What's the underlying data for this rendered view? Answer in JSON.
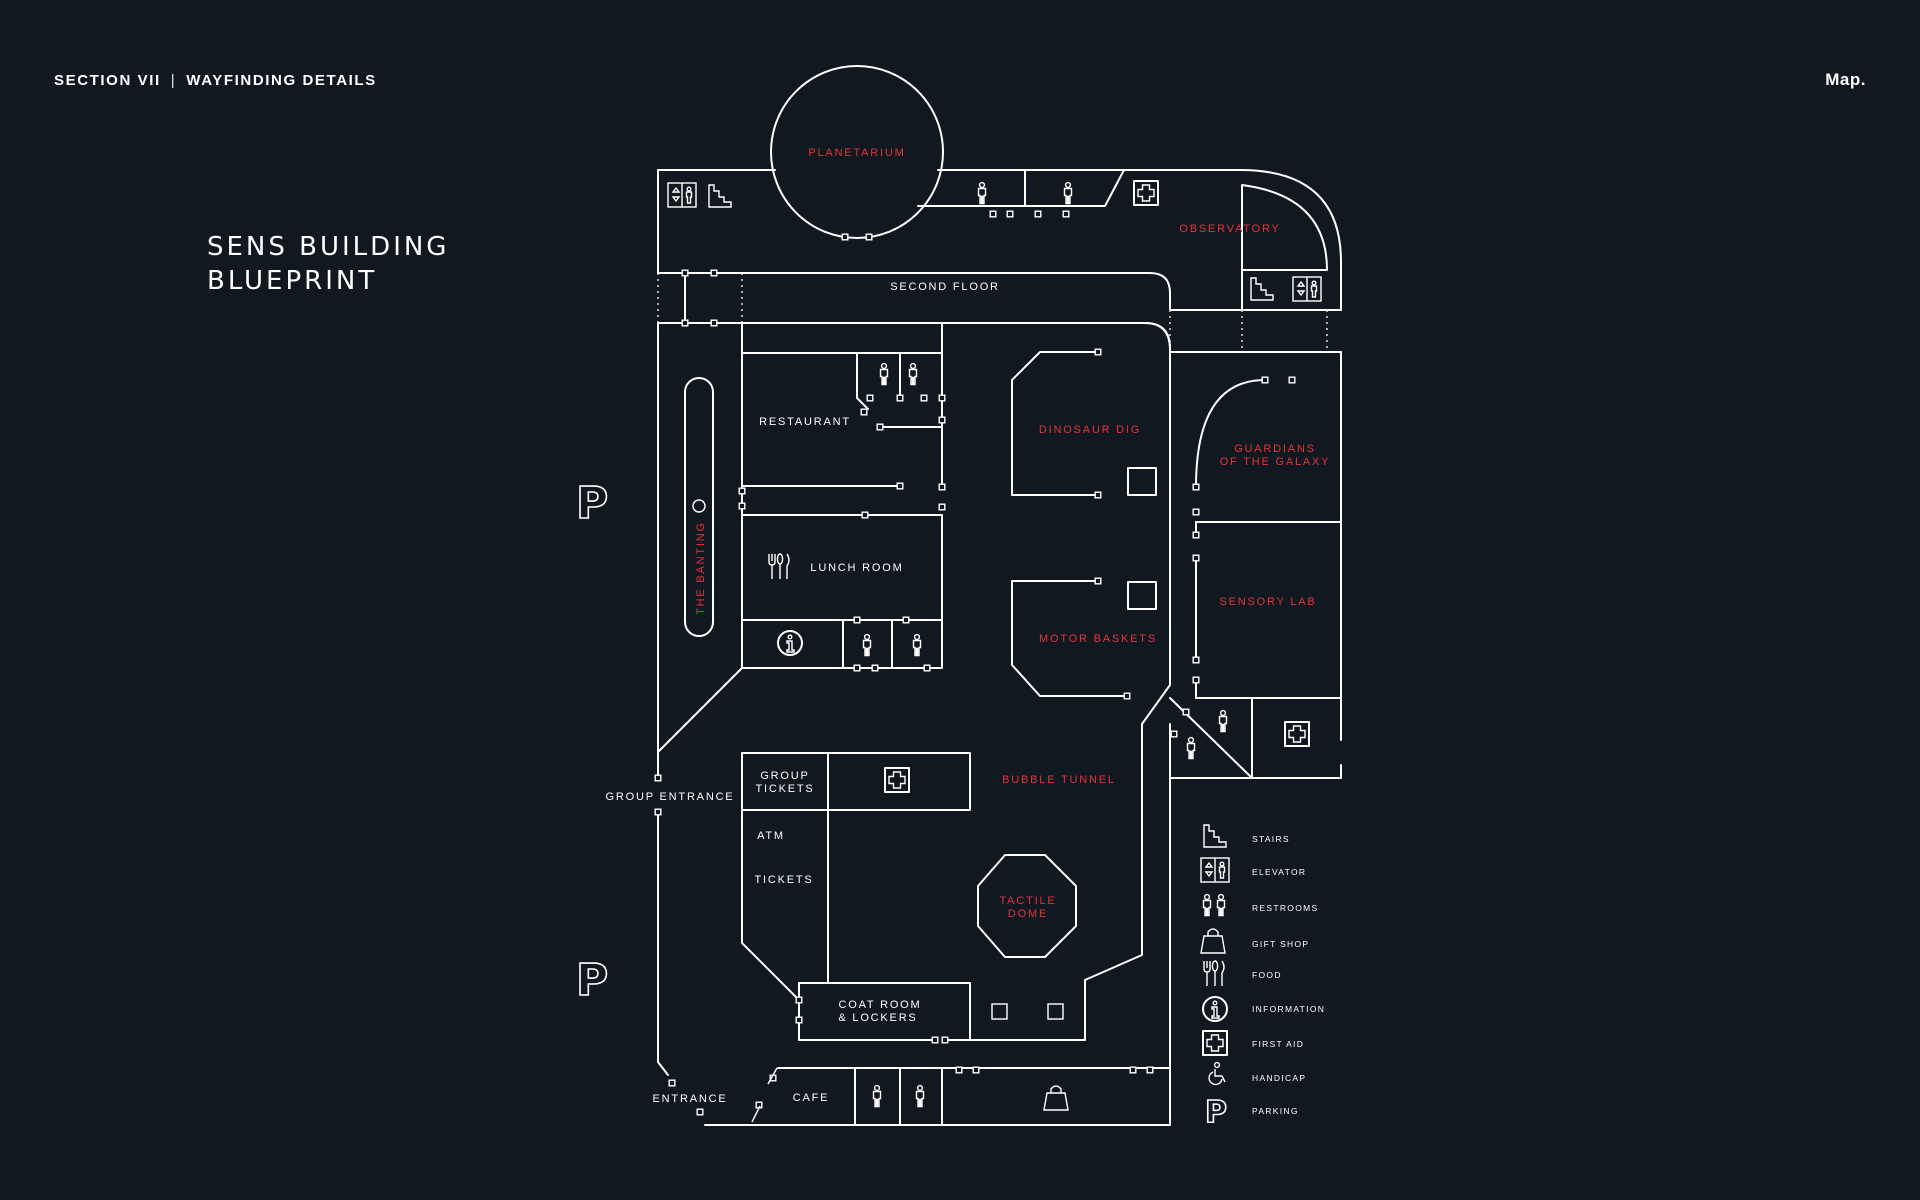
{
  "header": {
    "section": "SECTION VII",
    "separator": "|",
    "subtitle": "WAYFINDING DETAILS",
    "right_label": "Map."
  },
  "title": {
    "line1": "SENS BUILDING",
    "line2": "BLUEPRINT"
  },
  "rooms": {
    "planetarium": "PLANETARIUM",
    "observatory": "OBSERVATORY",
    "second_floor": "SECOND FLOOR",
    "restaurant": "RESTAURANT",
    "dinosaur_dig": "DINOSAUR DIG",
    "guardians_1": "GUARDIANS",
    "guardians_2": "OF THE GALAXY",
    "the_banting": "THE BANTING",
    "lunch_room": "LUNCH ROOM",
    "sensory_lab": "SENSORY LAB",
    "motor_baskets": "MOTOR BASKETS",
    "bubble_tunnel": "BUBBLE TUNNEL",
    "group_tickets_1": "GROUP",
    "group_tickets_2": "TICKETS",
    "group_entrance": "GROUP ENTRANCE",
    "atm": "ATM",
    "tickets": "TICKETS",
    "tactile_dome_1": "TACTILE",
    "tactile_dome_2": "DOME",
    "coat_room_1": "COAT ROOM",
    "coat_room_2": "& LOCKERS",
    "entrance": "ENTRANCE",
    "cafe": "CAFE"
  },
  "parking": {
    "symbol": "P"
  },
  "legend": [
    {
      "icon": "stairs-icon",
      "label": "STAIRS"
    },
    {
      "icon": "elevator-icon",
      "label": "ELEVATOR"
    },
    {
      "icon": "restrooms-icon",
      "label": "RESTROOMS"
    },
    {
      "icon": "gift-shop-icon",
      "label": "GIFT SHOP"
    },
    {
      "icon": "food-icon",
      "label": "FOOD"
    },
    {
      "icon": "information-icon",
      "label": "INFORMATION"
    },
    {
      "icon": "first-aid-icon",
      "label": "FIRST AID"
    },
    {
      "icon": "handicap-icon",
      "label": "HANDICAP"
    },
    {
      "icon": "parking-icon",
      "label": "PARKING"
    }
  ],
  "colors": {
    "background": "#111820",
    "lines": "#ffffff",
    "accent": "#e5333b"
  }
}
